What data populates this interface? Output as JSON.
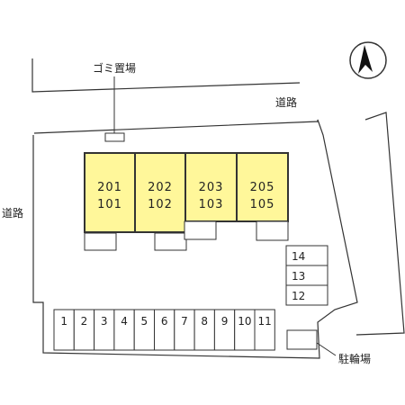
{
  "labels": {
    "garbage": "ゴミ置場",
    "road_top": "道路",
    "road_left": "道路",
    "bicycle": "駐輪場"
  },
  "buildings": [
    {
      "upper": "201",
      "lower": "101"
    },
    {
      "upper": "202",
      "lower": "102"
    },
    {
      "upper": "203",
      "lower": "103"
    },
    {
      "upper": "205",
      "lower": "105"
    }
  ],
  "parking_bottom": [
    "1",
    "2",
    "3",
    "4",
    "5",
    "6",
    "7",
    "8",
    "9",
    "10",
    "11"
  ],
  "parking_right": [
    "14",
    "13",
    "12"
  ],
  "colors": {
    "building_fill": "#fff79a",
    "outline": "#333333"
  },
  "compass": "north-arrow-icon"
}
